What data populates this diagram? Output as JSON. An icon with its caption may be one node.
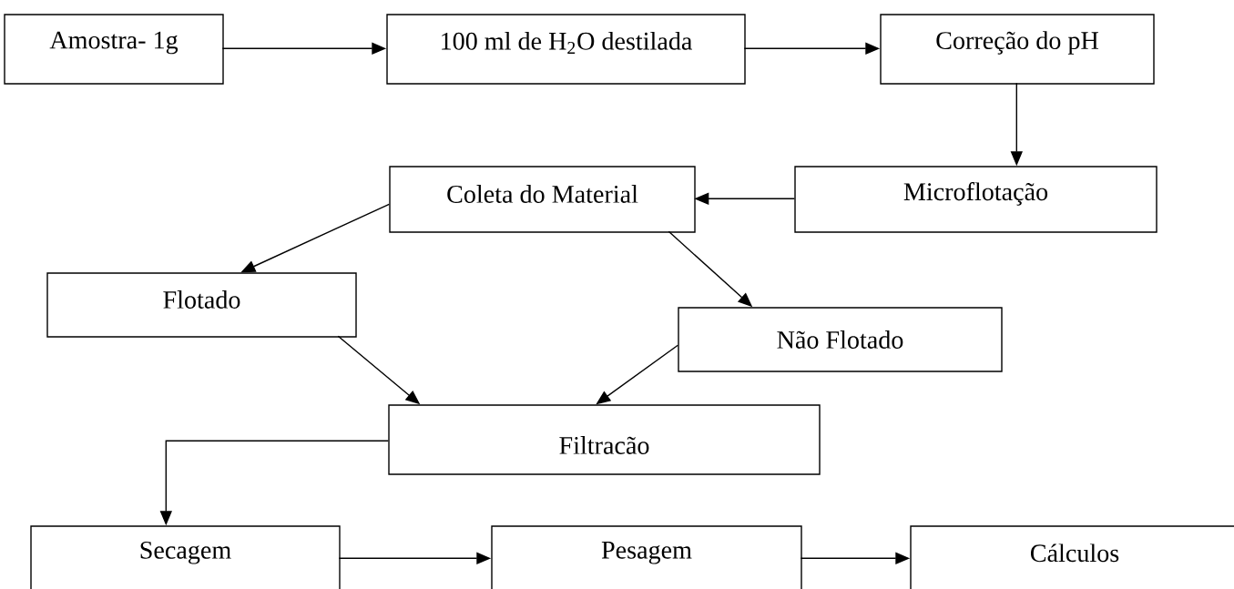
{
  "diagram": {
    "nodes": [
      {
        "text": [
          "Amostra- 1g"
        ]
      },
      {
        "text": [
          "100 ml de H$_{2}$O destilada"
        ]
      },
      {
        "text": [
          "Correção do pH"
        ]
      },
      {
        "text": [
          "Microflotação"
        ]
      },
      {
        "text": [
          "Coleta do Material"
        ]
      },
      {
        "text": [
          "Flotado"
        ]
      },
      {
        "text": [
          "Não Flotado"
        ]
      },
      {
        "text": [
          "Filtracão"
        ]
      },
      {
        "text": [
          "Secagem"
        ]
      },
      {
        "text": [
          "Pesagem"
        ]
      },
      {
        "text": [
          "Cálculos"
        ]
      }
    ],
    "edges": [
      {
        "from": 0,
        "to": 1,
        "arrow": "to"
      },
      {
        "from": 1,
        "to": 2,
        "arrow": "to"
      },
      {
        "from": 2,
        "to": 3,
        "arrow": "to"
      },
      {
        "from": 3,
        "to": 4,
        "arrow": "to"
      },
      {
        "from": 4,
        "to": 5,
        "arrow": "to"
      },
      {
        "from": 4,
        "to": 6,
        "arrow": "to"
      },
      {
        "from": 5,
        "to": 7,
        "arrow": "to"
      },
      {
        "from": 6,
        "to": 7,
        "arrow": "to"
      },
      {
        "from": 7,
        "to": 8,
        "arrow": "to"
      },
      {
        "from": 8,
        "to": 9,
        "arrow": "to"
      },
      {
        "from": 9,
        "to": 10,
        "arrow": "to"
      }
    ]
  }
}
